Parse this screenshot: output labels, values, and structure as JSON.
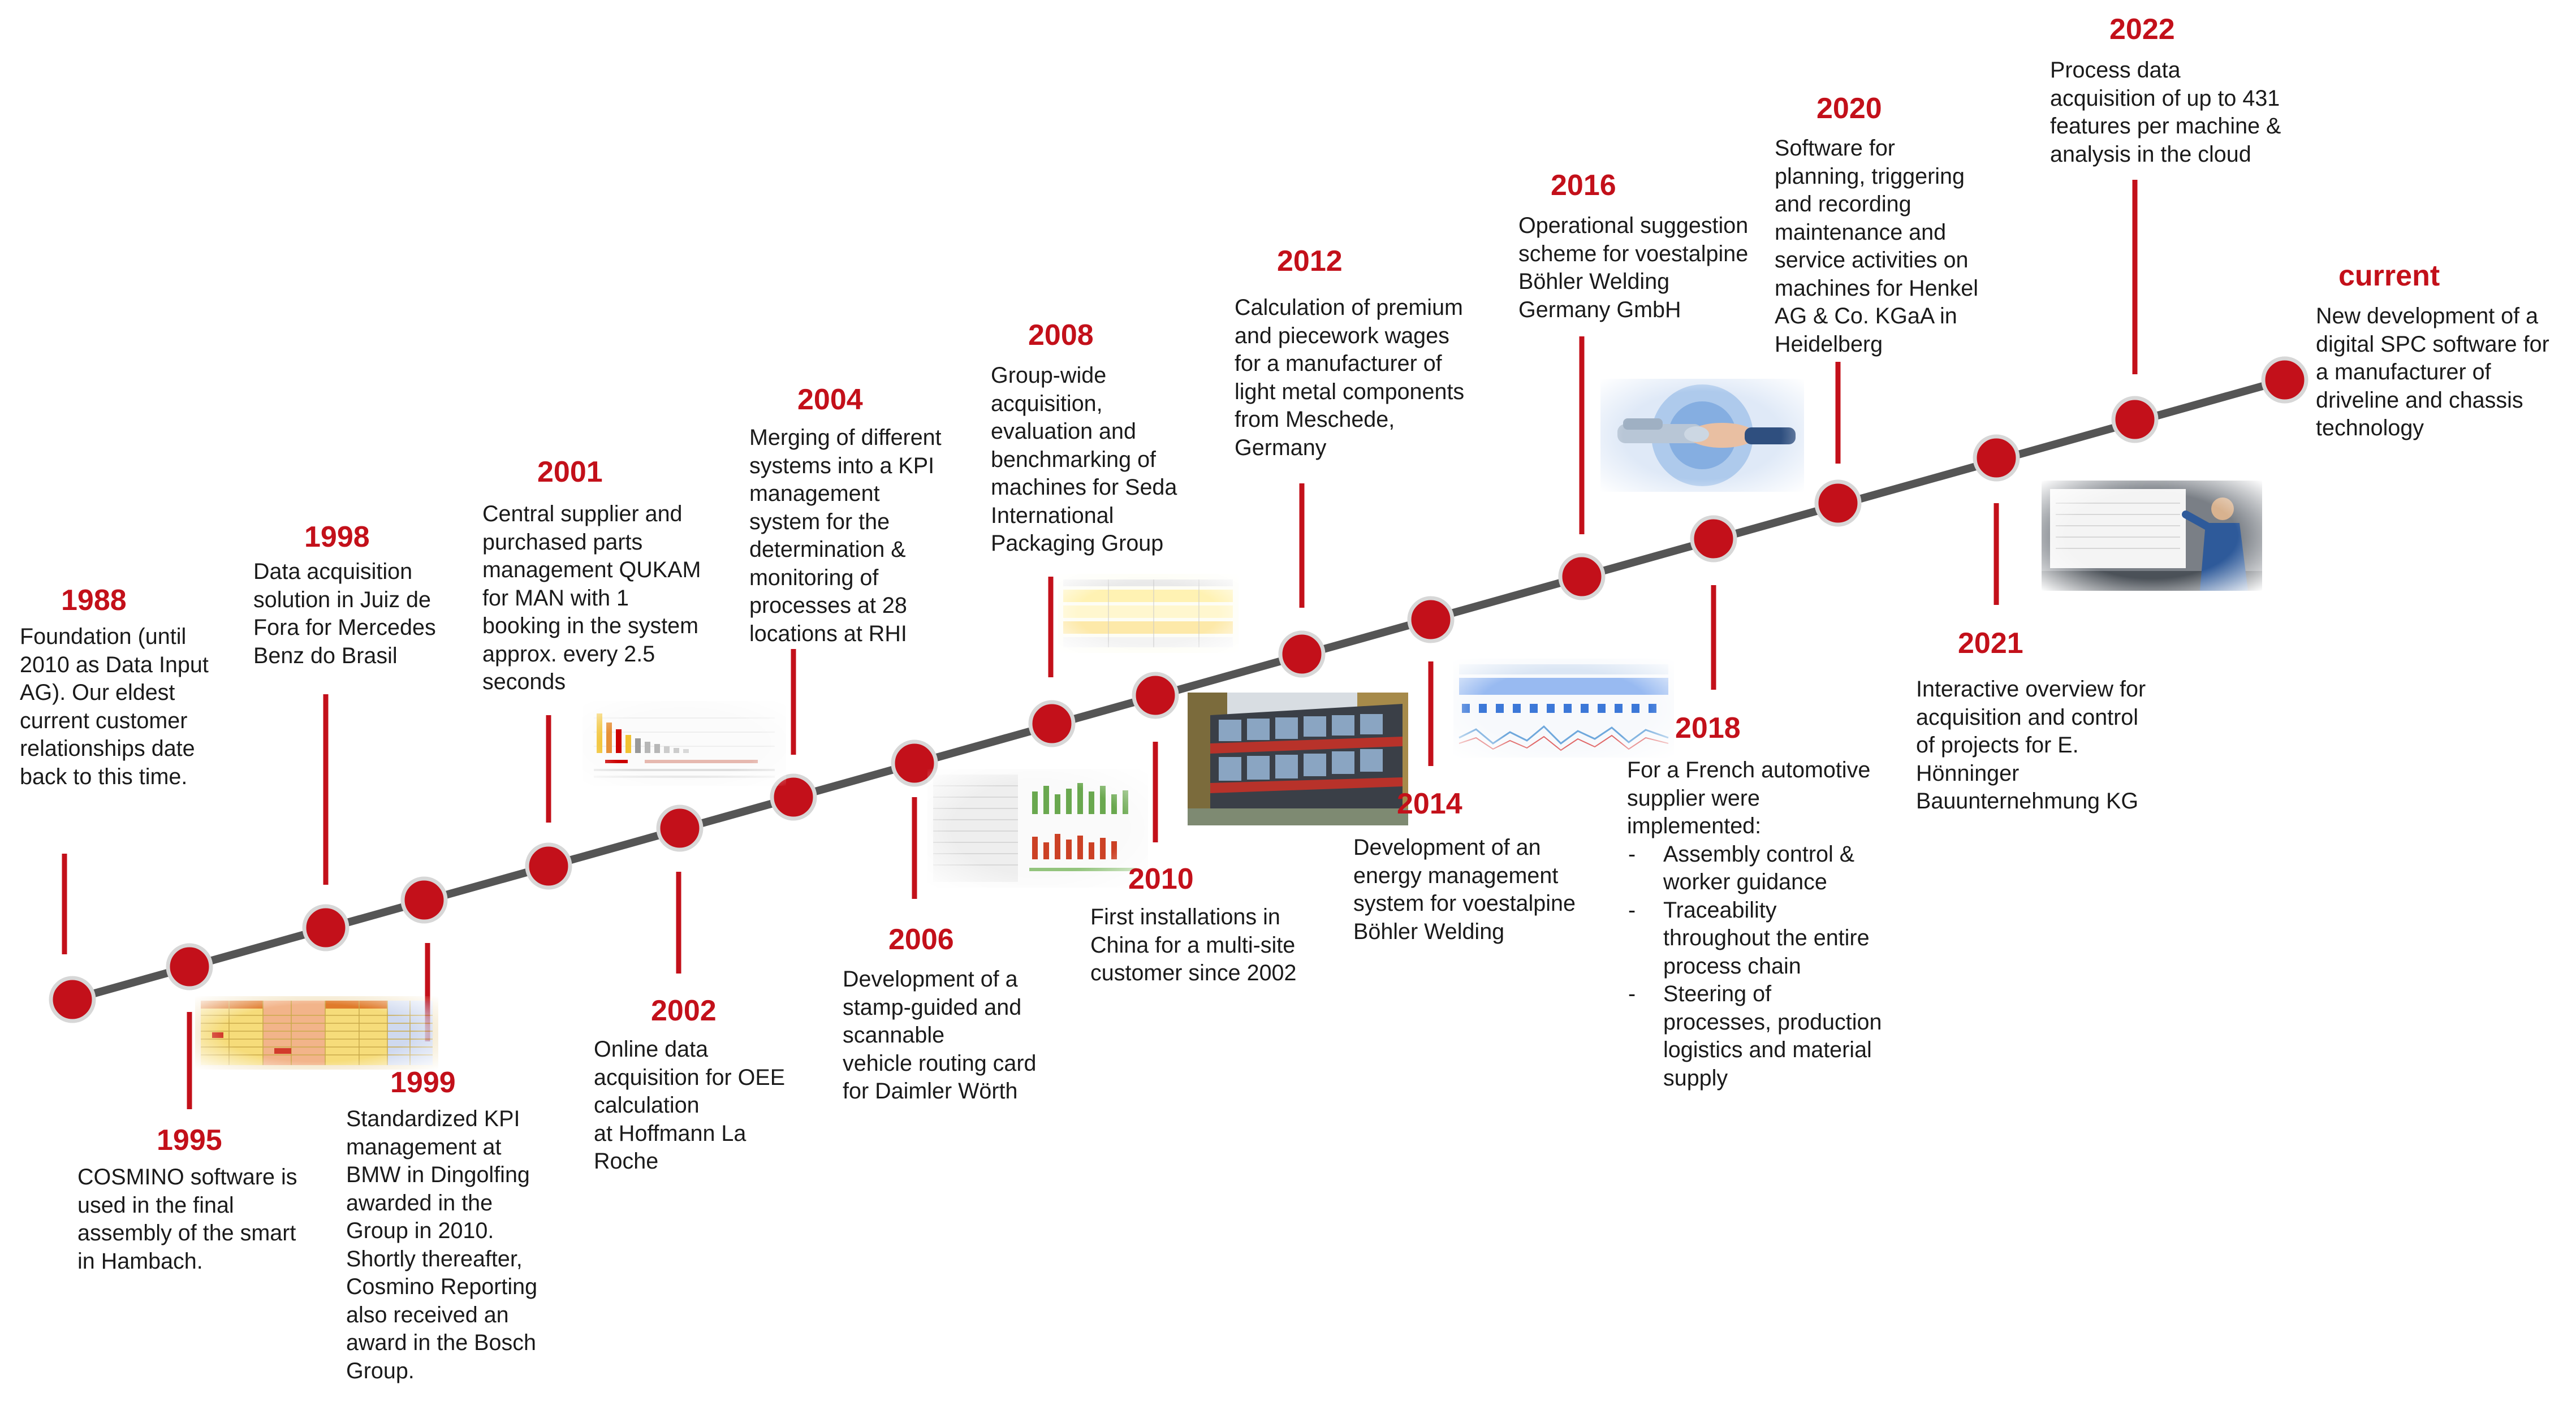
{
  "colors": {
    "accent": "#c3101a",
    "node_fill": "#c3101a",
    "node_stroke": "#d7d7d7",
    "axis": "#555555",
    "text": "#1a1a1a"
  },
  "events": [
    {
      "id": "e1988",
      "year": "1988",
      "lines": [
        "Foundation (until",
        "2010 as Data Input",
        "AG). Our eldest",
        "current customer",
        "relationships date",
        "back to this time."
      ]
    },
    {
      "id": "e1995",
      "year": "1995",
      "lines": [
        "COSMINO software is",
        "used in the final",
        "assembly of the smart",
        "in Hambach."
      ]
    },
    {
      "id": "e1998",
      "year": "1998",
      "lines": [
        "Data acquisition",
        "solution in Juiz de",
        "Fora for Mercedes",
        "Benz do Brasil"
      ]
    },
    {
      "id": "e1999",
      "year": "1999",
      "lines": [
        "Standardized KPI",
        "management at",
        "BMW in Dingolfing",
        "awarded in the",
        "Group in 2010.",
        "Shortly thereafter,",
        "Cosmino Reporting",
        "also received an",
        "award in the Bosch",
        "Group."
      ]
    },
    {
      "id": "e2001",
      "year": "2001",
      "lines": [
        "Central supplier and",
        "purchased parts",
        "management QUKAM",
        "for MAN with 1",
        "booking in the system",
        "approx. every 2.5",
        "seconds"
      ]
    },
    {
      "id": "e2002",
      "year": "2002",
      "lines": [
        "Online data",
        "acquisition for OEE",
        "calculation",
        "at Hoffmann La",
        "Roche"
      ]
    },
    {
      "id": "e2004",
      "year": "2004",
      "lines": [
        "Merging of different",
        "systems into a KPI",
        "management",
        "system for the",
        "determination &",
        "monitoring of",
        "processes at 28",
        "locations at RHI"
      ]
    },
    {
      "id": "e2006",
      "year": "2006",
      "lines": [
        "Development of a",
        "stamp-guided and",
        "scannable",
        "vehicle routing card",
        "for Daimler Wörth"
      ]
    },
    {
      "id": "e2008",
      "year": "2008",
      "lines": [
        "Group-wide",
        "acquisition,",
        "evaluation and",
        "benchmarking of",
        "machines for Seda",
        "International",
        "Packaging Group"
      ]
    },
    {
      "id": "e2010",
      "year": "2010",
      "lines": [
        "First installations in",
        "China for a multi-site",
        "customer since 2002"
      ]
    },
    {
      "id": "e2012",
      "year": "2012",
      "lines": [
        "Calculation of premium",
        "and piecework wages",
        "for a manufacturer of",
        "light metal components",
        "from Meschede,",
        "Germany"
      ]
    },
    {
      "id": "e2014",
      "year": "2014",
      "lines": [
        "Development of an",
        "energy management",
        "system for voestalpine",
        "Böhler Welding"
      ]
    },
    {
      "id": "e2016",
      "year": "2016",
      "lines": [
        "Operational suggestion",
        "scheme for voestalpine",
        "Böhler Welding",
        "Germany GmbH"
      ]
    },
    {
      "id": "e2018",
      "year": "2018",
      "lines": [
        "For a French automotive",
        "supplier were",
        "implemented:"
      ],
      "bullets": [
        [
          "Assembly control &",
          "worker guidance"
        ],
        [
          "Traceability",
          "throughout the entire",
          "process chain"
        ],
        [
          "Steering of",
          "processes, production",
          "logistics and material",
          "supply"
        ]
      ]
    },
    {
      "id": "e2020",
      "year": "2020",
      "lines": [
        "Software for",
        "planning, triggering",
        "and recording",
        "maintenance and",
        "service activities on",
        "machines for Henkel",
        "AG & Co. KGaA in",
        "Heidelberg"
      ]
    },
    {
      "id": "e2021",
      "year": "2021",
      "lines": [
        "Interactive overview for",
        "acquisition and control",
        "of projects for E.",
        "Hönninger",
        "Bauunternehmung KG"
      ]
    },
    {
      "id": "e2022",
      "year": "2022",
      "lines": [
        "Process data",
        "acquisition of up to 431",
        "features per machine &",
        "analysis in the cloud"
      ]
    },
    {
      "id": "ecurrent",
      "year": "current",
      "lines": [
        "New development of a",
        "digital SPC software for",
        "a manufacturer of",
        "driveline and chassis",
        "technology"
      ]
    }
  ]
}
